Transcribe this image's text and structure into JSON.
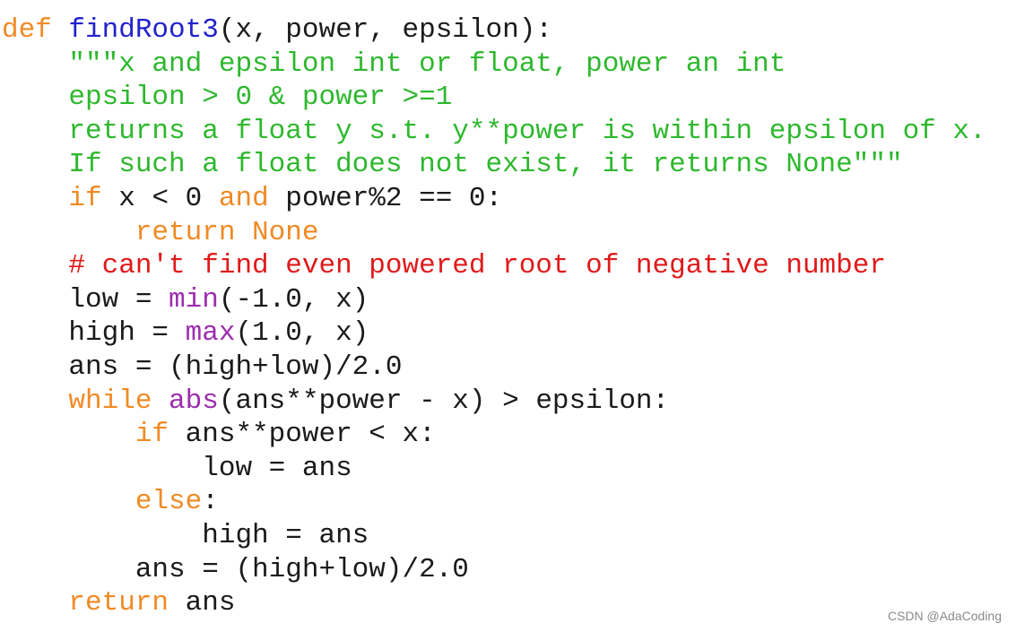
{
  "colors": {
    "keyword": "#f08a24",
    "function_name": "#2222cc",
    "builtin": "#9b2fae",
    "docstring": "#2eb82e",
    "comment": "#e0191a",
    "default": "#1a1a1a"
  },
  "code_lines": [
    {
      "indent": "",
      "tokens": [
        {
          "t": "kw",
          "v": "def"
        },
        {
          "t": "default",
          "v": " "
        },
        {
          "t": "fn",
          "v": "findRoot3"
        },
        {
          "t": "default",
          "v": "(x, power, epsilon):"
        }
      ]
    },
    {
      "indent": "    ",
      "tokens": [
        {
          "t": "doc",
          "v": "\"\"\"x and epsilon int or float, power an int"
        }
      ]
    },
    {
      "indent": "    ",
      "tokens": [
        {
          "t": "doc",
          "v": "epsilon > 0 & power >=1"
        }
      ]
    },
    {
      "indent": "    ",
      "tokens": [
        {
          "t": "doc",
          "v": "returns a float y s.t. y**power is within epsilon of x."
        }
      ]
    },
    {
      "indent": "    ",
      "tokens": [
        {
          "t": "doc",
          "v": "If such a float does not exist, it returns None\"\"\""
        }
      ]
    },
    {
      "indent": "    ",
      "tokens": [
        {
          "t": "kw",
          "v": "if"
        },
        {
          "t": "default",
          "v": " x < 0 "
        },
        {
          "t": "kw",
          "v": "and"
        },
        {
          "t": "default",
          "v": " power%2 == 0:"
        }
      ]
    },
    {
      "indent": "        ",
      "tokens": [
        {
          "t": "kw",
          "v": "return None"
        }
      ]
    },
    {
      "indent": "    ",
      "tokens": [
        {
          "t": "comment",
          "v": "# can't find even powered root of negative number"
        }
      ]
    },
    {
      "indent": "    ",
      "tokens": [
        {
          "t": "default",
          "v": "low = "
        },
        {
          "t": "builtin",
          "v": "min"
        },
        {
          "t": "default",
          "v": "(-1.0, x)"
        }
      ]
    },
    {
      "indent": "    ",
      "tokens": [
        {
          "t": "default",
          "v": "high = "
        },
        {
          "t": "builtin",
          "v": "max"
        },
        {
          "t": "default",
          "v": "(1.0, x)"
        }
      ]
    },
    {
      "indent": "    ",
      "tokens": [
        {
          "t": "default",
          "v": "ans = (high+low)/2.0"
        }
      ]
    },
    {
      "indent": "    ",
      "tokens": [
        {
          "t": "kw",
          "v": "while"
        },
        {
          "t": "default",
          "v": " "
        },
        {
          "t": "builtin",
          "v": "abs"
        },
        {
          "t": "default",
          "v": "(ans**power - x) > epsilon:"
        }
      ]
    },
    {
      "indent": "        ",
      "tokens": [
        {
          "t": "kw",
          "v": "if"
        },
        {
          "t": "default",
          "v": " ans**power < x:"
        }
      ]
    },
    {
      "indent": "            ",
      "tokens": [
        {
          "t": "default",
          "v": "low = ans"
        }
      ]
    },
    {
      "indent": "        ",
      "tokens": [
        {
          "t": "kw",
          "v": "else"
        },
        {
          "t": "default",
          "v": ":"
        }
      ]
    },
    {
      "indent": "            ",
      "tokens": [
        {
          "t": "default",
          "v": "high = ans"
        }
      ]
    },
    {
      "indent": "        ",
      "tokens": [
        {
          "t": "default",
          "v": "ans = (high+low)/2.0"
        }
      ]
    },
    {
      "indent": "    ",
      "tokens": [
        {
          "t": "kw",
          "v": "return"
        },
        {
          "t": "default",
          "v": " ans"
        }
      ]
    }
  ],
  "watermark": "CSDN @AdaCoding"
}
